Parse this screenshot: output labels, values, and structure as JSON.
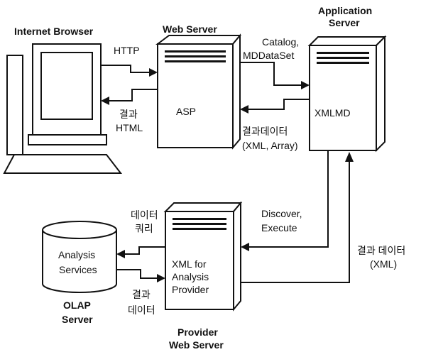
{
  "nodes": {
    "browser": {
      "title": "Internet Browser"
    },
    "web_server": {
      "title": "Web Server",
      "inner": "ASP"
    },
    "app_server": {
      "title_line1": "Application",
      "title_line2": "Server",
      "inner": "XMLMD"
    },
    "provider_server": {
      "title_line1": "Provider",
      "title_line2": "Web Server",
      "inner_line1": "XML for",
      "inner_line2": "Analysis",
      "inner_line3": "Provider"
    },
    "olap": {
      "title_line1": "OLAP",
      "title_line2": "Server",
      "inner_line1": "Analysis",
      "inner_line2": "Services"
    }
  },
  "edges": {
    "browser_to_web": {
      "label": "HTTP"
    },
    "web_to_browser": {
      "line1": "결과",
      "line2": "HTML"
    },
    "web_to_app": {
      "line1": "Catalog,",
      "line2": "MDDataSet"
    },
    "app_to_web": {
      "line1": "결과데이터",
      "line2": "(XML, Array)"
    },
    "app_to_provider": {
      "line1": "Discover,",
      "line2": "Execute"
    },
    "provider_to_app": {
      "line1": "결과 데이터",
      "line2": "(XML)"
    },
    "provider_to_olap": {
      "line1": "데이터",
      "line2": "쿼리"
    },
    "olap_to_provider": {
      "line1": "결과",
      "line2": "데이터"
    }
  }
}
